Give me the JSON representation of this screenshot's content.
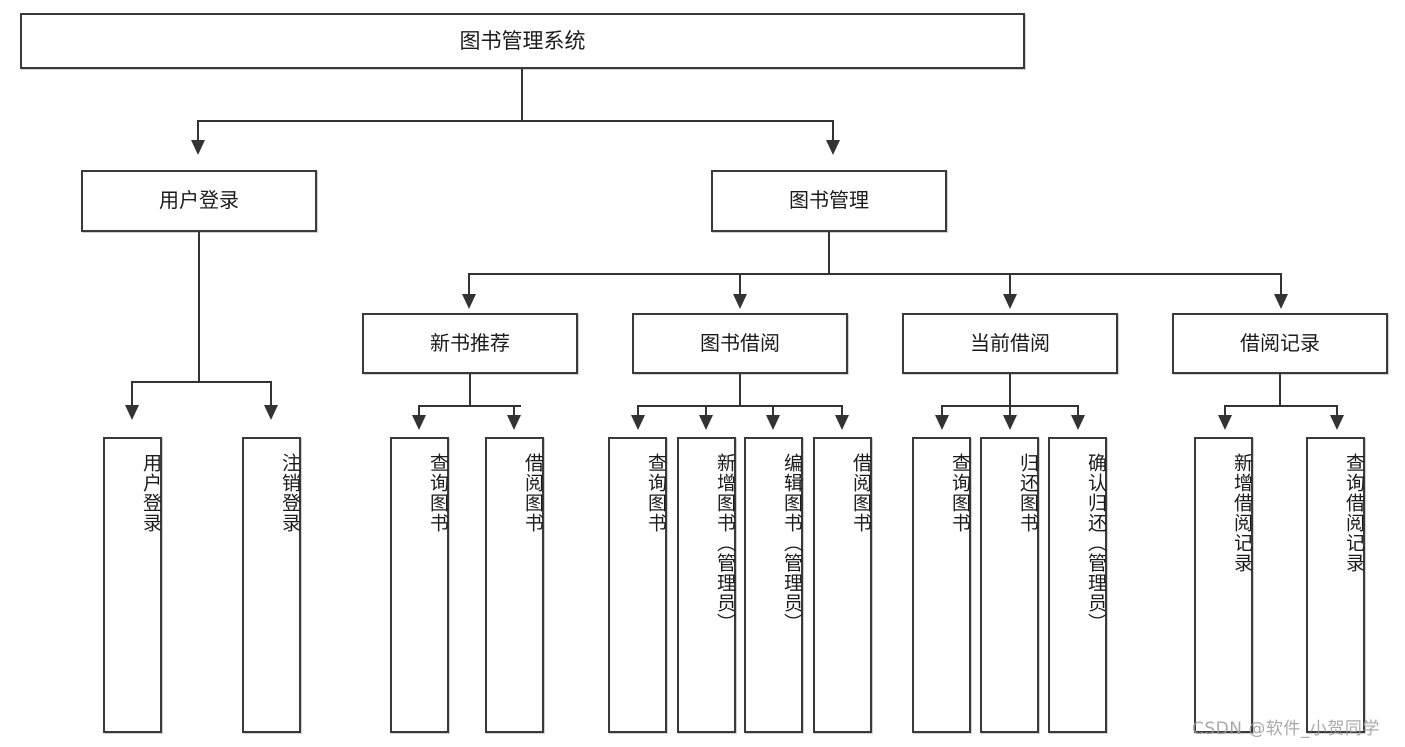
{
  "diagram": {
    "type": "tree",
    "title": "图书管理系统",
    "orientation": "top-down",
    "levels": 4,
    "root": {
      "label": "图书管理系统"
    },
    "level2": [
      {
        "label": "用户登录"
      },
      {
        "label": "图书管理"
      }
    ],
    "level3": [
      {
        "label": "新书推荐"
      },
      {
        "label": "图书借阅"
      },
      {
        "label": "当前借阅"
      },
      {
        "label": "借阅记录"
      }
    ],
    "leaves": {
      "user_login": [
        {
          "label": "用户登录"
        },
        {
          "label": "注销登录"
        }
      ],
      "new_book_recommend": [
        {
          "label": "查询图书"
        },
        {
          "label": "借阅图书"
        }
      ],
      "book_borrow": [
        {
          "label": "查询图书"
        },
        {
          "label": "新增图书（管理员）"
        },
        {
          "label": "编辑图书（管理员）"
        },
        {
          "label": "借阅图书"
        }
      ],
      "current_borrow": [
        {
          "label": "查询图书"
        },
        {
          "label": "归还图书"
        },
        {
          "label": "确认归还（管理员）"
        }
      ],
      "borrow_record": [
        {
          "label": "新增借阅记录"
        },
        {
          "label": "查询借阅记录"
        }
      ]
    }
  },
  "watermark": {
    "text": "CSDN @软件_小贺同学"
  },
  "colors": {
    "box_border": "#3a3a3a",
    "line": "#333333",
    "background": "#ffffff",
    "text": "#1b1b1b",
    "watermark": "#9b9b9b"
  }
}
